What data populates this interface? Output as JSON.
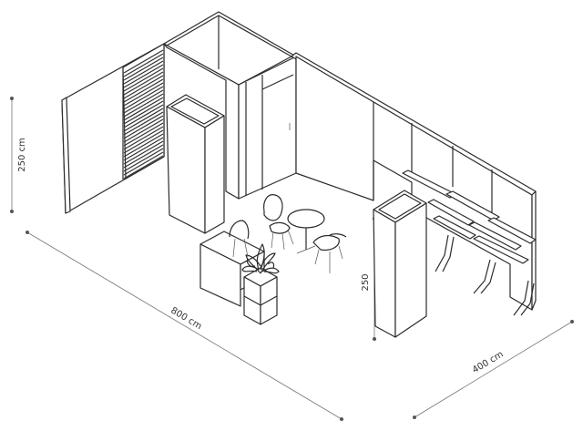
{
  "dimensions": {
    "height_vertical": "250 cm",
    "length": "800 cm",
    "width": "400 cm",
    "inner_height": "250"
  },
  "colors": {
    "line": "#2b2b2b",
    "dimension": "#777777",
    "background": "#ffffff"
  }
}
